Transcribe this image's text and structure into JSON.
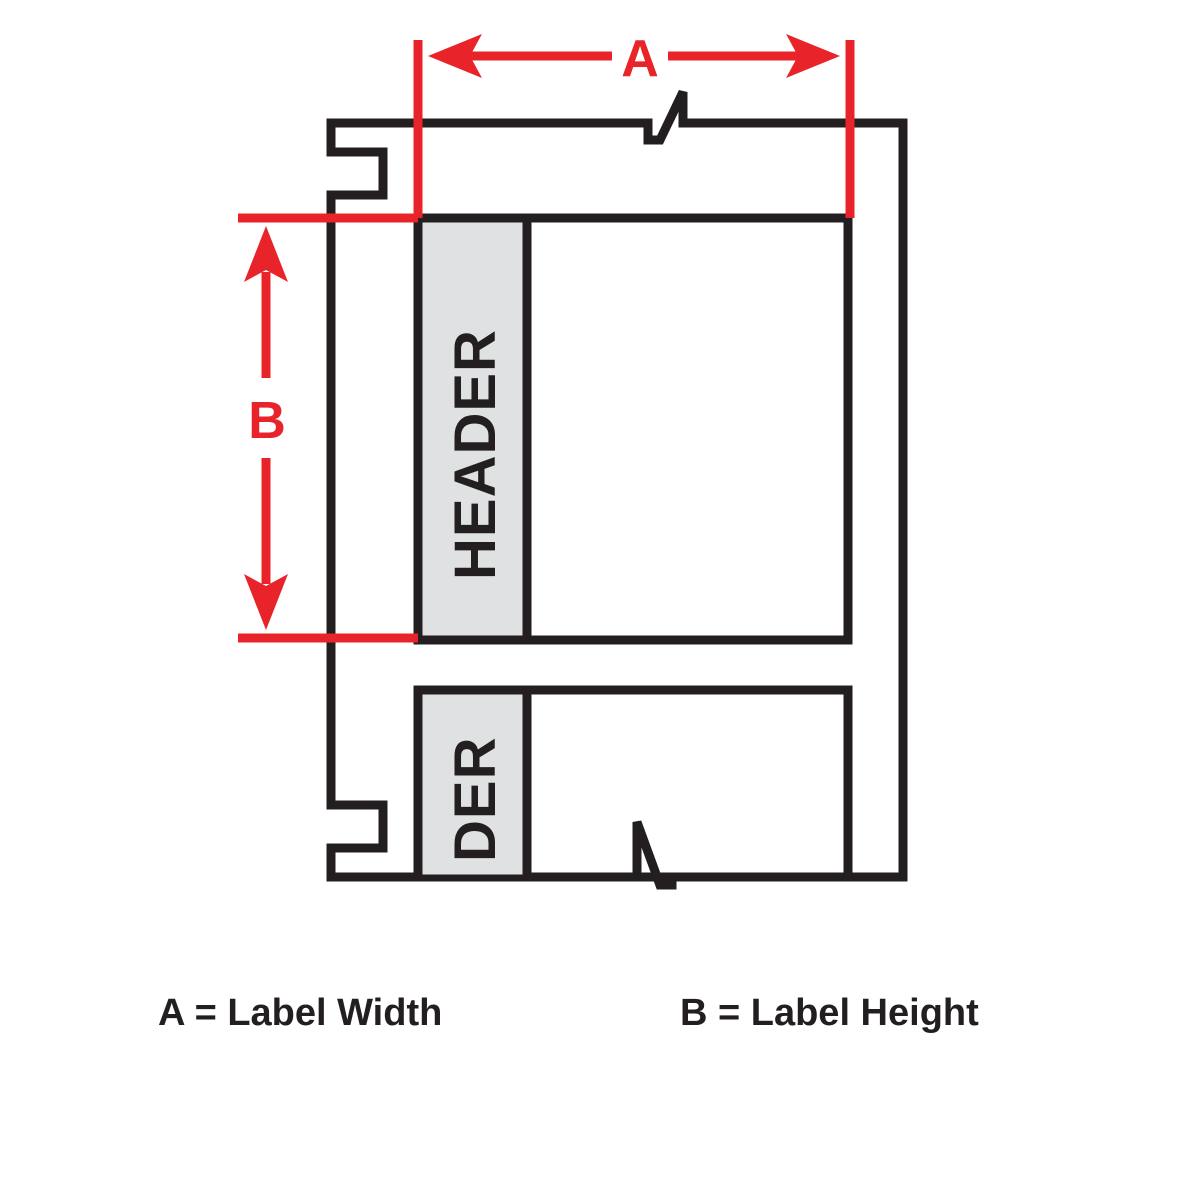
{
  "diagram": {
    "title": "Label Dimension Diagram",
    "type": "technical-dimension-drawing",
    "colors": {
      "dimension_red": "#e8242a",
      "outline_black": "#231f20",
      "header_fill": "#e0e1e2",
      "label_fill": "#ffffff",
      "background": "#ffffff"
    },
    "dimensions": {
      "a": {
        "letter": "A",
        "orientation": "horizontal",
        "arrow_style": "double-headed",
        "measures": "label width"
      },
      "b": {
        "letter": "B",
        "orientation": "vertical",
        "arrow_style": "double-headed",
        "measures": "label height"
      }
    },
    "labels": [
      {
        "id": "label-top",
        "header_text": "HEADER",
        "header_text_orientation": "rotated-90-ccw",
        "body_text": ""
      },
      {
        "id": "label-bottom",
        "header_text": "DER",
        "header_text_orientation": "rotated-90-ccw",
        "body_text": ""
      }
    ],
    "liner": {
      "name": "carrier-liner",
      "sprocket_notches": 2,
      "break_lines": 2
    },
    "legend": {
      "items": [
        {
          "key": "A",
          "text": "A = Label Width"
        },
        {
          "key": "B",
          "text": "B = Label Height"
        }
      ]
    }
  }
}
